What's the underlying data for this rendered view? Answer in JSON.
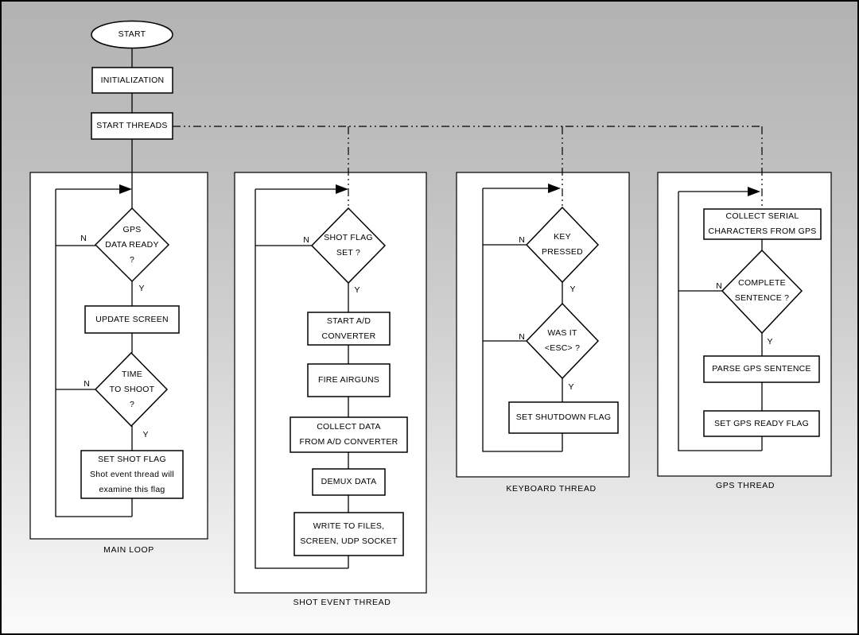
{
  "colors": {
    "background_top": "#b2b2b2",
    "background_mid": "#cfcfcf",
    "background_bottom": "#fbfbfb",
    "line": "#000000",
    "node_fill": "#ffffff"
  },
  "flow": {
    "start": "START",
    "initialization": "INITIALIZATION",
    "start_threads": "START THREADS"
  },
  "branch": {
    "yes": "Y",
    "no": "N"
  },
  "main_loop": {
    "title": "MAIN LOOP",
    "gps_data_ready": {
      "l1": "GPS",
      "l2": "DATA READY",
      "l3": "?"
    },
    "update_screen": "UPDATE SCREEN",
    "time_to_shoot": {
      "l1": "TIME",
      "l2": "TO SHOOT",
      "l3": "?"
    },
    "set_shot_flag": {
      "l1": "SET SHOT FLAG",
      "l2": "Shot event thread will",
      "l3": "examine this flag"
    }
  },
  "shot_event_thread": {
    "title": "SHOT EVENT THREAD",
    "shot_flag_set": {
      "l1": "SHOT FLAG",
      "l2": "SET ?"
    },
    "start_ad_converter": {
      "l1": "START A/D",
      "l2": "CONVERTER"
    },
    "fire_airguns": "FIRE AIRGUNS",
    "collect_data": {
      "l1": "COLLECT DATA",
      "l2": "FROM A/D CONVERTER"
    },
    "demux_data": "DEMUX DATA",
    "write_to_files": {
      "l1": "WRITE TO FILES,",
      "l2": "SCREEN, UDP SOCKET"
    }
  },
  "keyboard_thread": {
    "title": "KEYBOARD THREAD",
    "key_pressed": {
      "l1": "KEY",
      "l2": "PRESSED"
    },
    "was_it_esc": {
      "l1": "WAS IT",
      "l2": "<ESC> ?"
    },
    "set_shutdown_flag": "SET SHUTDOWN FLAG"
  },
  "gps_thread": {
    "title": "GPS THREAD",
    "collect_serial_characters": {
      "l1": "COLLECT SERIAL",
      "l2": "CHARACTERS FROM GPS"
    },
    "complete_sentence": {
      "l1": "COMPLETE",
      "l2": "SENTENCE ?"
    },
    "parse_gps_sentence": "PARSE GPS SENTENCE",
    "set_gps_ready_flag": "SET GPS READY FLAG"
  }
}
